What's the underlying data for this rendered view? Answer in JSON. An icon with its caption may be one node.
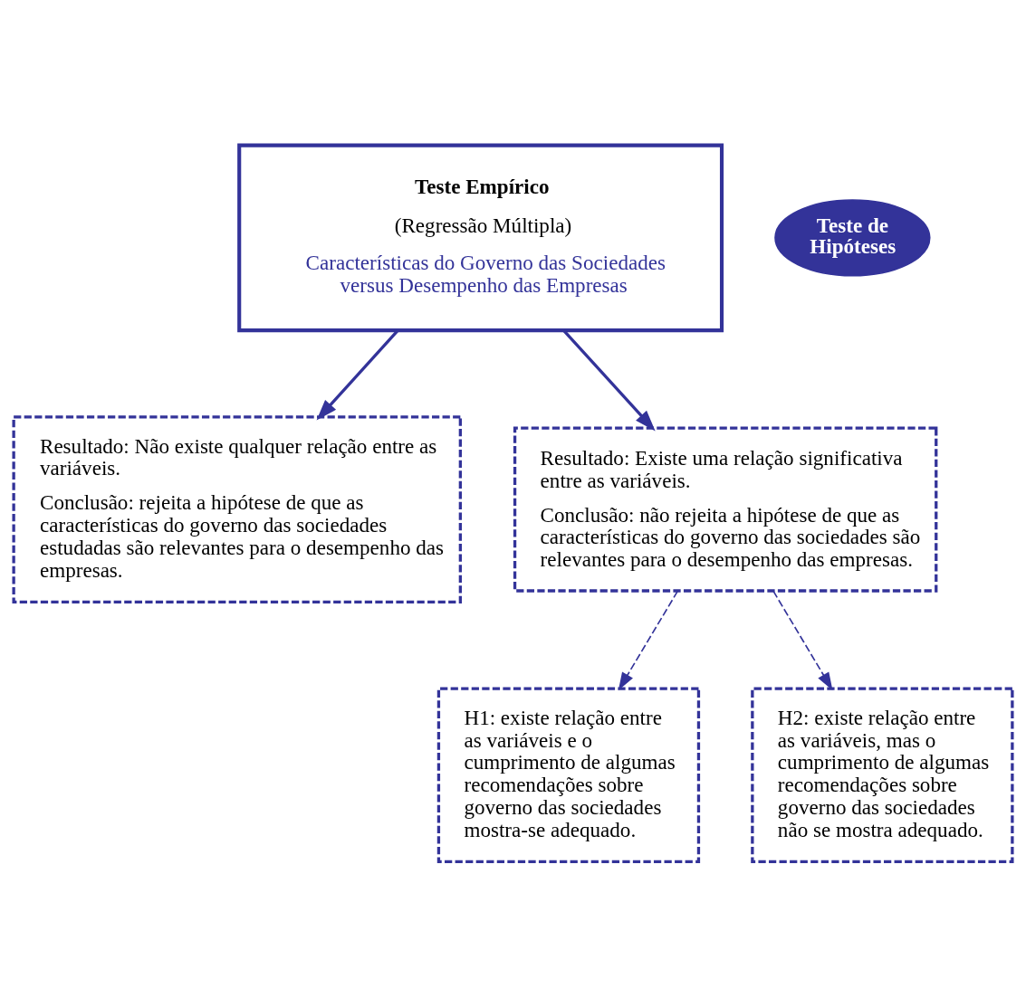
{
  "diagram": {
    "nodes": [
      {
        "text": [
          "Teste Empírico",
          "(Regressão Múltipla)",
          "Características do Governo das Sociedades versus Desempenho das Empresas"
        ]
      },
      {
        "text": [
          "Teste de Hipóteses"
        ]
      },
      {
        "text": [
          "Resultado: Não existe qualquer relação entre as variáveis.",
          "Conclusão: rejeita a hipótese de que as características do governo das sociedades estudadas são relevantes para o desempenho das empresas."
        ]
      },
      {
        "text": [
          "Resultado: Existe uma relação significativa entre as variáveis.",
          "Conclusão: não rejeita a hipótese de que as características do governo das sociedades são relevantes para o desempenho das empresas."
        ]
      },
      {
        "text": [
          "H1: existe relação entre as variáveis e o cumprimento de algumas recomendações sobre governo das sociedades mostra-se adequado."
        ]
      },
      {
        "text": [
          "H2: existe relação entre as variáveis, mas o cumprimento de algumas recomendações sobre governo das sociedades não se mostra adequado."
        ]
      }
    ],
    "edges": [
      {
        "from": 0,
        "to": 2,
        "arrow": "to"
      },
      {
        "from": 0,
        "to": 3,
        "arrow": "to"
      },
      {
        "from": 3,
        "to": 4,
        "arrow": "to",
        "style": "dashed"
      },
      {
        "from": 3,
        "to": 5,
        "arrow": "to",
        "style": "dashed"
      }
    ]
  }
}
